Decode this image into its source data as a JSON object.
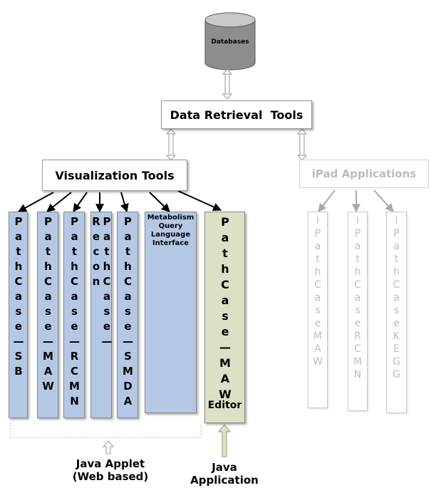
{
  "database": {
    "label": "Databases"
  },
  "data_retrieval": {
    "label": "Data Retrieval  Tools"
  },
  "visualization": {
    "label": "Visualization Tools"
  },
  "ipad": {
    "label": "iPad Applications"
  },
  "tools": [
    {
      "text": "PathCase—SB"
    },
    {
      "text": "PathCase—MAW"
    },
    {
      "text": "PathCase—RCMN"
    },
    {
      "text": "PathCase—Recon"
    },
    {
      "text": "PathCase—SMDA"
    }
  ],
  "mql": {
    "line1": "Metabolism",
    "line2": "Query",
    "line3": "Language",
    "line4": "Interface"
  },
  "editor": {
    "text": "PathCase—MAW",
    "label": "Editor"
  },
  "ipad_apps": [
    {
      "text": "iPathCaseMAW"
    },
    {
      "text": "iPathCaseRCMN"
    },
    {
      "text": "iPathCaseKEGG"
    }
  ],
  "captions": {
    "applet_line1": "Java Applet",
    "applet_line2": "(Web based)",
    "application_line1": "Java",
    "application_line2": "Application"
  },
  "colors": {
    "tool_fill": "#b4c8e6",
    "editor_fill": "#d9e2c4",
    "faded": "#bcbcbc"
  }
}
